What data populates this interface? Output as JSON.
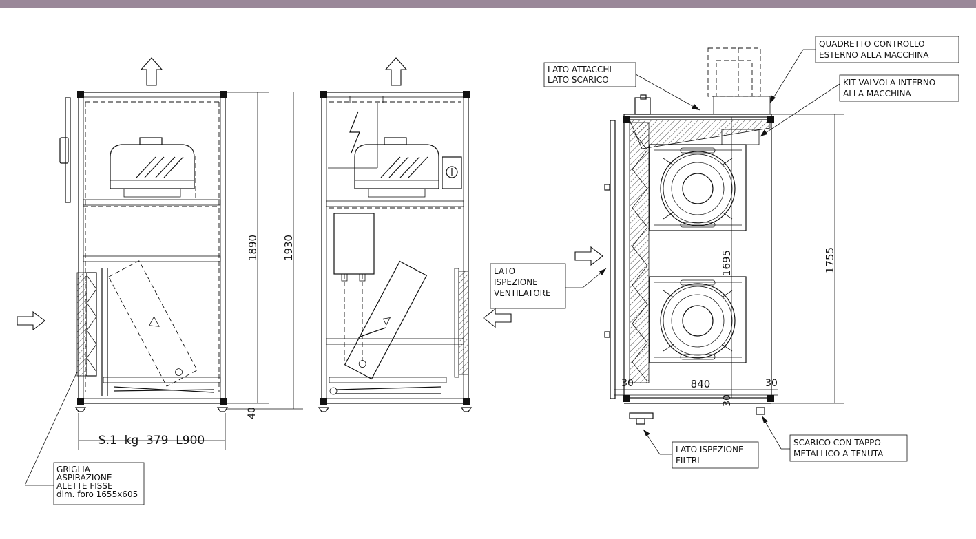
{
  "dimensions": {
    "height_outer": "1930",
    "height_inner": "1890",
    "base_height": "40",
    "side_height_total": "1755",
    "side_height_inner": "1695",
    "side_width": "840",
    "side_margin_left": "30",
    "side_margin_right": "30",
    "side_bottom": "30"
  },
  "caption": "S.1  kg  379  L900",
  "labels": {
    "griglia": [
      "GRIGLIA",
      "ASPIRAZIONE",
      "ALETTE FISSE",
      "dim. foro 1655x605"
    ],
    "lato_attacchi": [
      "LATO ATTACCHI",
      "LATO SCARICO"
    ],
    "quadretto": [
      "QUADRETTO CONTROLLO",
      "ESTERNO ALLA MACCHINA"
    ],
    "kit_valvola": [
      "KIT VALVOLA INTERNO",
      "ALLA MACCHINA"
    ],
    "lato_ispezione_vent": [
      "LATO",
      "ISPEZIONE",
      "VENTILATORE"
    ],
    "lato_ispezione_filtri": [
      "LATO ISPEZIONE",
      "FILTRI"
    ],
    "scarico": [
      "SCARICO CON TAPPO",
      "METALLICO A TENUTA"
    ]
  },
  "colors": {
    "top_bar": "#9a8899",
    "line": "#111111"
  }
}
